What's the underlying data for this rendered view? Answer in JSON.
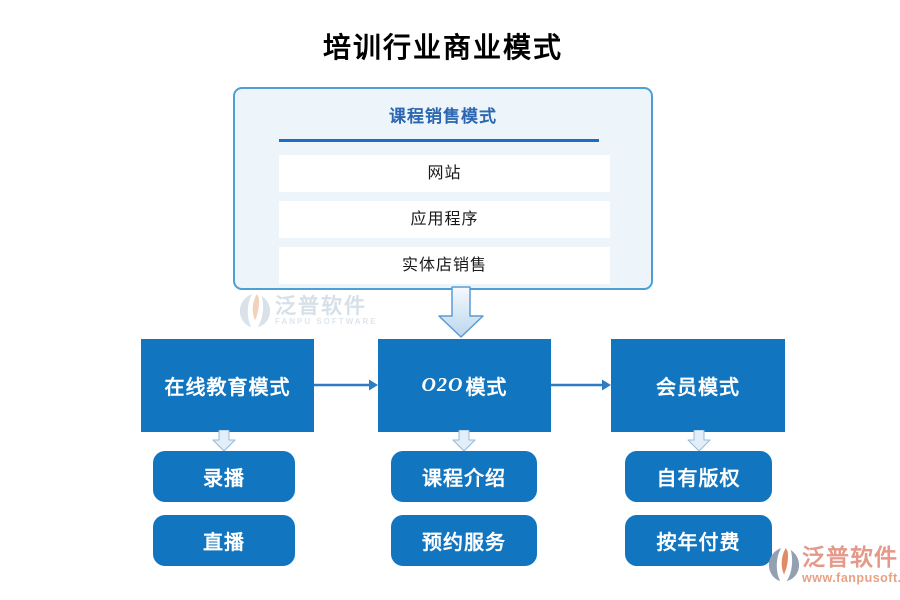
{
  "title": "培训行业商业模式",
  "panel": {
    "header": "课程销售模式",
    "rows": [
      "网站",
      "应用程序",
      "实体店销售"
    ]
  },
  "main_boxes": [
    {
      "label": "在线教育模式"
    },
    {
      "label_italic": "O2O",
      "label_rest": "模式"
    },
    {
      "label": "会员模式"
    }
  ],
  "sub_boxes": [
    [
      "录播",
      "直播"
    ],
    [
      "课程介绍",
      "预约服务"
    ],
    [
      "自有版权",
      "按年付费"
    ]
  ],
  "watermark": {
    "name": "泛普软件",
    "tagline": "FANPU SOFTWARE"
  },
  "brand": {
    "name": "泛普软件",
    "url": "www.fanpusoft.com"
  },
  "colors": {
    "node_blue": "#1175bf",
    "panel_bg": "#edf5fb",
    "panel_border": "#4e9fd6",
    "header_blue": "#2b67b0",
    "underline_blue": "#1b6cc2",
    "connector_blue": "#2e7cc3",
    "block_arrow_border": "#5b9bd5",
    "brand_salmon": "#e4998a"
  }
}
